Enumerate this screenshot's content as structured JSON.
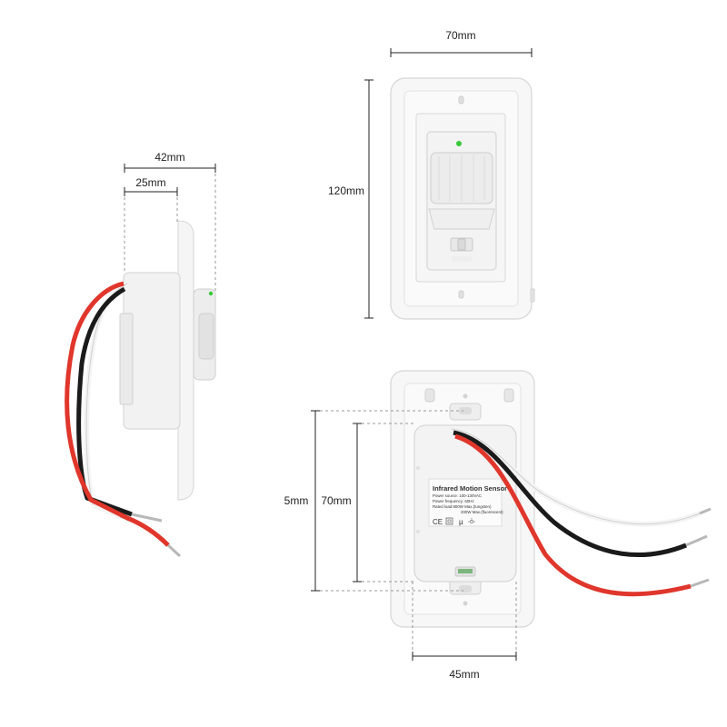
{
  "dimensions": {
    "side_depth_total": "42mm",
    "side_depth_body": "25mm",
    "front_width": "70mm",
    "front_height": "120mm",
    "back_body_width": "45mm",
    "back_body_height": "70mm",
    "back_outer_height": "5mm"
  },
  "back_label": {
    "title": "Infrared Motion Sensor",
    "line1": "Power source: 100-130VAC",
    "line2": "Power frequency: 60Hz",
    "line3": "Rated load:800W Max.(tungsten)",
    "line4": "200W Max.(fluorescent)",
    "cert_ce": "CE"
  },
  "colors": {
    "wire_red": "#e0362c",
    "wire_black": "#1a1a1a",
    "wire_white": "#f4f4f4",
    "plastic": "#f7f7f7",
    "outline": "#d4d4d4",
    "led": "#39c93a"
  }
}
